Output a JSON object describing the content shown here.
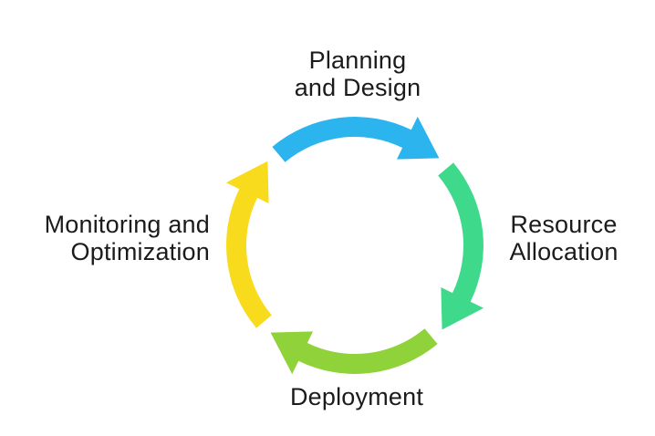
{
  "background": "#ffffff",
  "text_color": "#1b1b1b",
  "diagram": {
    "type": "cycle",
    "direction": "clockwise",
    "steps": [
      {
        "id": "planning-and-design",
        "label": "Planning and Design",
        "lines": [
          "Planning",
          "and Design"
        ],
        "color": "#2BB4EE",
        "position": "top"
      },
      {
        "id": "resource-allocation",
        "label": "Resource Allocation",
        "lines": [
          "Resource",
          "Allocation"
        ],
        "color": "#3FD98C",
        "position": "right"
      },
      {
        "id": "deployment",
        "label": "Deployment",
        "lines": [
          "Deployment"
        ],
        "color": "#90D239",
        "position": "bottom"
      },
      {
        "id": "monitoring-and-optimization",
        "label": "Monitoring and Optimization",
        "lines": [
          "Monitoring and",
          "Optimization"
        ],
        "color": "#F8DB1C",
        "position": "left"
      }
    ]
  }
}
